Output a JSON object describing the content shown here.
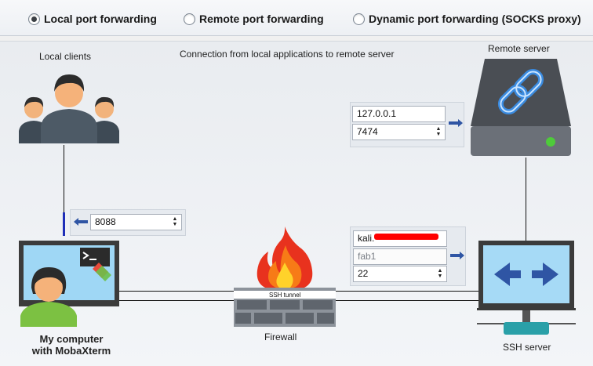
{
  "modes": [
    {
      "label": "Local port forwarding",
      "selected": true
    },
    {
      "label": "Remote port forwarding",
      "selected": false
    },
    {
      "label": "Dynamic port forwarding (SOCKS proxy)",
      "selected": false
    }
  ],
  "diagram": {
    "description": "Connection from local applications to remote server",
    "local_clients_label": "Local clients",
    "remote_server_label": "Remote server",
    "my_computer_label_line1": "My computer",
    "my_computer_label_line2": "with MobaXterm",
    "firewall_label": "Firewall",
    "ssh_server_label": "SSH server",
    "ssh_tunnel_label": "SSH tunnel"
  },
  "local_port": {
    "value": "8088"
  },
  "remote": {
    "host": "127.0.0.1",
    "port": "7474"
  },
  "ssh": {
    "host": "kali.",
    "user": "fab1",
    "port": "22"
  },
  "colors": {
    "accent": "#2f55a4",
    "server_green": "#4ecb3a",
    "ssh_teal": "#2aa0a8",
    "redaction": "#ff0000"
  }
}
